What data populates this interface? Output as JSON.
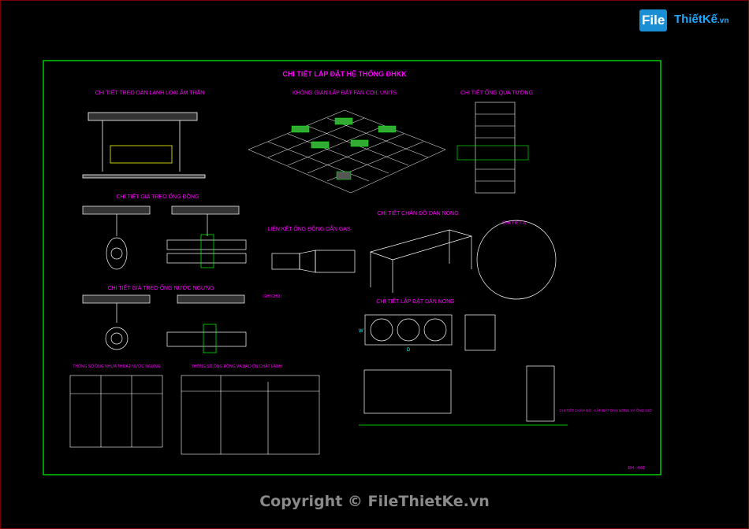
{
  "logo": {
    "file": "File",
    "rest": "ThiếtKế",
    "tld": ".vn"
  },
  "sheet": {
    "title": "CHI TIẾT LẮP ĐẶT HỆ THỐNG ĐHKK",
    "sheet_no": "ĐH - 4.01",
    "section_ceiling_unit": "CHI TIẾT TREO DÀN LẠNH LOẠI ÂM TRẦN",
    "section_fancoil": "KHÔNG GIAN LẮP ĐẶT FAN COIL UNITS",
    "section_wall_pipe": "CHI TIẾT ỐNG QUA TƯỜNG",
    "section_copper_hanger": "CHI TIẾT GIÁ TREO ỐNG ĐỒNG",
    "section_gas_joint": "LIÊN KẾT ỐNG ĐỒNG DẪN GAS",
    "section_outdoor_stand": "CHI TIẾT CHÂN ĐỠ DÀN NÓNG",
    "section_detail_a": "CHI TIẾT A",
    "section_water_hanger": "CHI TIẾT GIÁ TREO ỐNG NƯỚC NGƯNG",
    "section_outdoor_install": "CHI TIẾT LẮP ĐẶT DÀN NÓNG",
    "notes_title": "GHI CHÚ :",
    "table1_title": "THÔNG SỐ ỐNG NHỰA THOÁT NƯỚC NGƯNG",
    "table2_title": "THÔNG SỐ ỐNG ĐỒNG VÀ BẢO ÔN CHẤT LẠNH",
    "wall_note": "CHI TIẾT CHÂN ĐỠ - LẮP ĐẶT DÀN NÓNG VÀ ỐNG GIÓ",
    "dim_w": "W",
    "dim_d": "D"
  },
  "copyright": "Copyright © FileThietKe.vn",
  "colors": {
    "frame": "#00ff00",
    "title": "#ff00ff",
    "line": "#ffffff",
    "cyan": "#00ffff",
    "green": "#00ff00",
    "yellow": "#ffff00"
  }
}
